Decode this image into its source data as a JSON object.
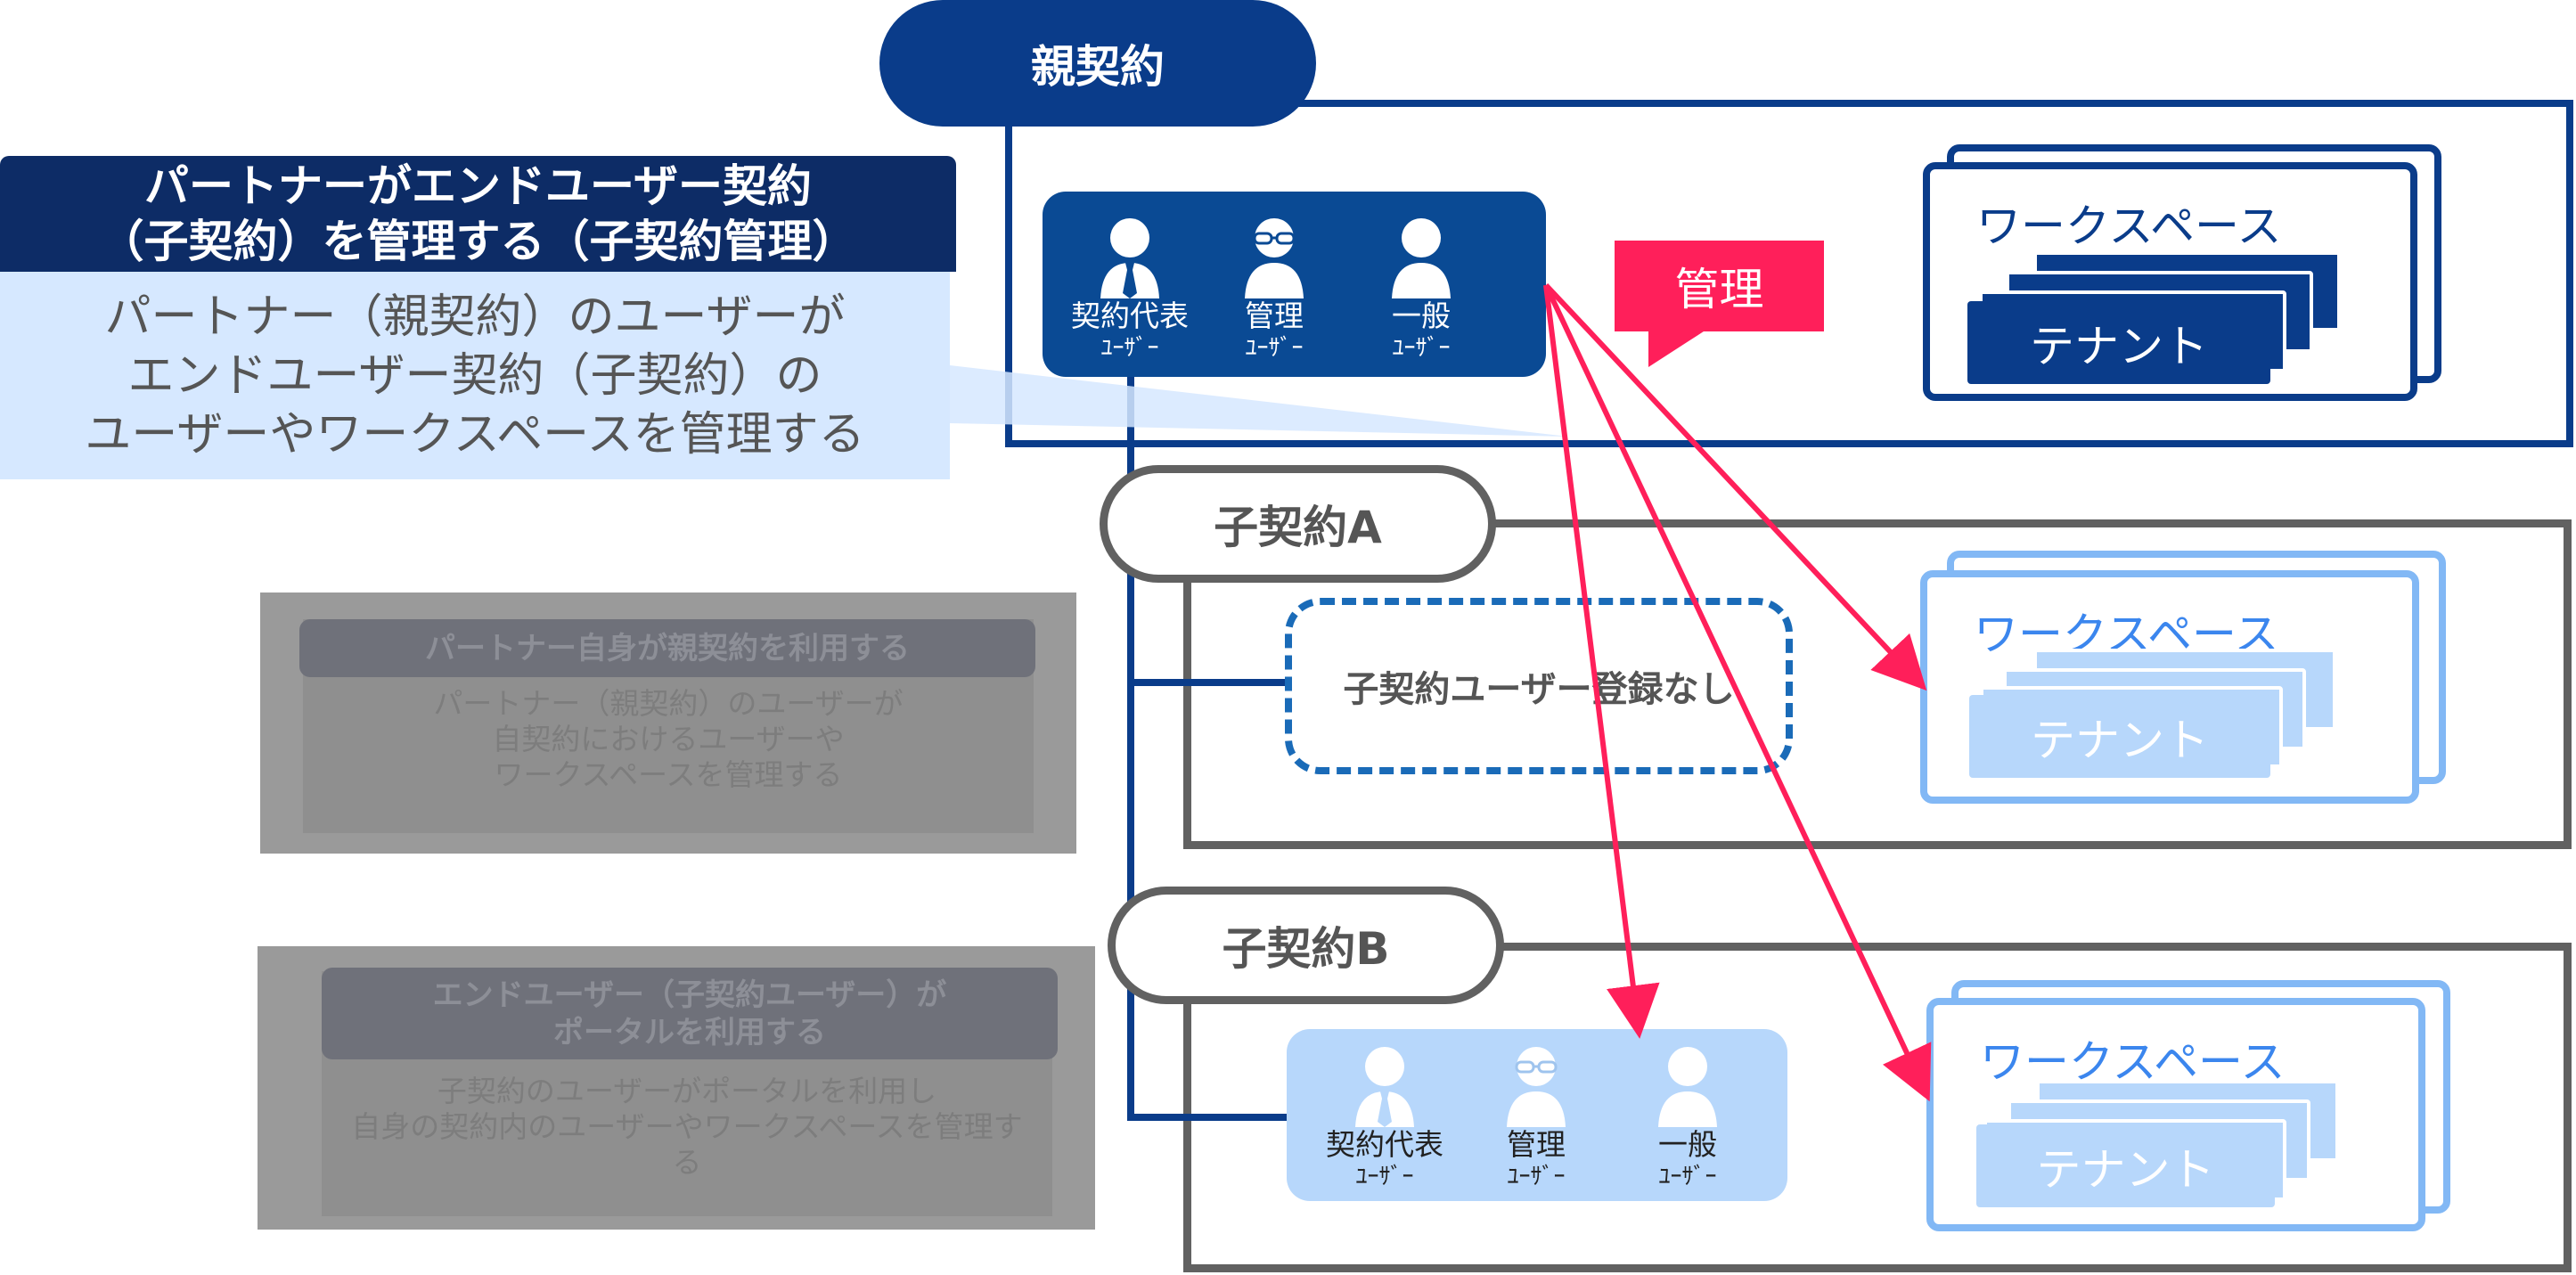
{
  "parent_contract": {
    "title": "親契約",
    "users": [
      {
        "label": "契約代表",
        "sub": "ﾕｰｻﾞｰ"
      },
      {
        "label": "管理",
        "sub": "ﾕｰｻﾞｰ"
      },
      {
        "label": "一般",
        "sub": "ﾕｰｻﾞｰ"
      }
    ],
    "workspace": {
      "title": "ワークスペース",
      "tenant": "テナント"
    }
  },
  "manage_callout": "管理",
  "child_a": {
    "title": "子契約A",
    "no_user_text": "子契約ユーザー登録なし",
    "workspace": {
      "title": "ワークスペース",
      "tenant": "テナント"
    }
  },
  "child_b": {
    "title": "子契約B",
    "users": [
      {
        "label": "契約代表",
        "sub": "ﾕｰｻﾞｰ"
      },
      {
        "label": "管理",
        "sub": "ﾕｰｻﾞｰ"
      },
      {
        "label": "一般",
        "sub": "ﾕｰｻﾞｰ"
      }
    ],
    "workspace": {
      "title": "ワークスペース",
      "tenant": "テナント"
    }
  },
  "info_panel": {
    "title_lines": [
      "パートナーがエンドユーザー契約",
      "（子契約）を管理する（子契約管理）"
    ],
    "body_lines": [
      "パートナー（親契約）のユーザーが",
      "エンドユーザー契約（子契約）の",
      "ユーザーやワークスペースを管理する"
    ]
  },
  "grey_panel_1": {
    "title_lines": [
      "パートナー自身が親契約を利用する"
    ],
    "body_lines": [
      "パートナー（親契約）のユーザーが",
      "自契約におけるユーザーや",
      "ワークスペースを管理する"
    ]
  },
  "grey_panel_2": {
    "title_lines": [
      "エンドユーザー（子契約ユーザー）が",
      "ポータルを利用する"
    ],
    "body_lines": [
      "子契約のユーザーがポータルを利用し",
      "自身の契約内のユーザーやワークスペースを管理す",
      "る"
    ]
  },
  "colors": {
    "navy": "#0a3c8a",
    "accent_pink": "#ff1f5a",
    "light_blue": "#b7d7fb",
    "grey_frame": "#616161"
  }
}
